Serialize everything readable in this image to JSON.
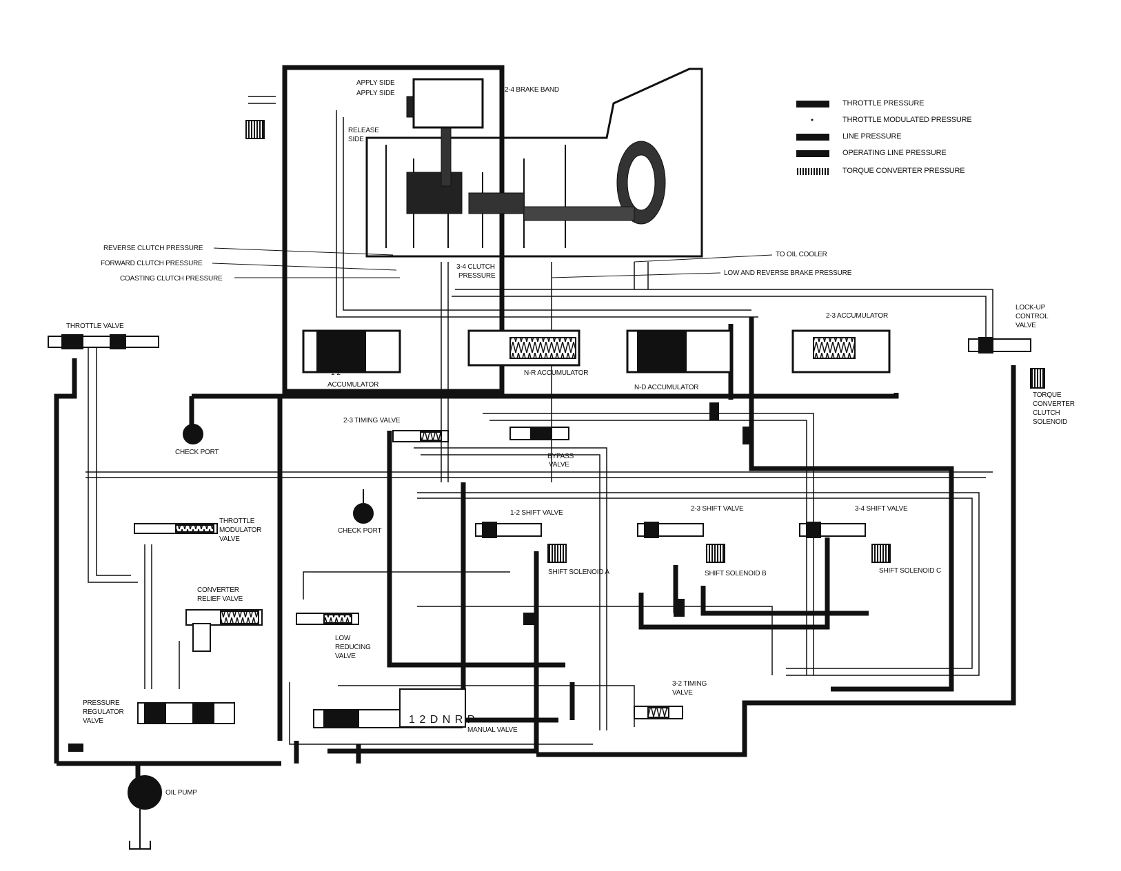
{
  "legend": {
    "throttle_pressure": "THROTTLE PRESSURE",
    "throttle_modulated_pressure": "THROTTLE MODULATED PRESSURE",
    "line_pressure": "LINE PRESSURE",
    "operating_line_pressure": "OPERATING LINE PRESSURE",
    "torque_converter_pressure": "TORQUE CONVERTER PRESSURE"
  },
  "labels": {
    "apply_side_1": "APPLY SIDE",
    "apply_side_2": "APPLY SIDE",
    "brake_band": "2-4 BRAKE BAND",
    "release_side_1": "RELEASE",
    "release_side_2": "SIDE",
    "reverse_clutch": "REVERSE CLUTCH PRESSURE",
    "forward_clutch": "FORWARD CLUTCH PRESSURE",
    "coasting_clutch": "COASTING CLUTCH PRESSURE",
    "clutch_34_1": "3-4 CLUTCH",
    "clutch_34_2": "PRESSURE",
    "oil_cooler": "TO OIL COOLER",
    "low_reverse_brake": "LOW AND REVERSE BRAKE PRESSURE",
    "lockup_1": "LOCK-UP",
    "lockup_2": "CONTROL",
    "lockup_3": "VALVE",
    "tcc_1": "TORQUE",
    "tcc_2": "CONVERTER",
    "tcc_3": "CLUTCH",
    "tcc_4": "SOLENOID",
    "throttle_valve": "THROTTLE VALVE",
    "acc_12_1": "1-2",
    "acc_12_2": "ACCUMULATOR",
    "acc_nr": "N-R ACCUMULATOR",
    "acc_nd": "N-D ACCUMULATOR",
    "acc_23": "2-3 ACCUMULATOR",
    "timing_23": "2-3 TIMING VALVE",
    "check_port_1": "CHECK PORT",
    "check_port_2": "CHECK PORT",
    "bypass_1": "BYPASS",
    "bypass_2": "VALVE",
    "shift_12": "1-2 SHIFT VALVE",
    "shift_23": "2-3 SHIFT VALVE",
    "shift_34": "3-4 SHIFT VALVE",
    "sol_a": "SHIFT SOLENOID A",
    "sol_b": "SHIFT SOLENOID B",
    "sol_c": "SHIFT SOLENOID C",
    "tmv_1": "THROTTLE",
    "tmv_2": "MODULATOR",
    "tmv_3": "VALVE",
    "crv_1": "CONVERTER",
    "crv_2": "RELIEF VALVE",
    "lrv_1": "LOW",
    "lrv_2": "REDUCING",
    "lrv_3": "VALVE",
    "prv_1": "PRESSURE",
    "prv_2": "REGULATOR",
    "prv_3": "VALVE",
    "manual_valve": "MANUAL VALVE",
    "gear_positions": "1 2 D N R P",
    "timing_32_1": "3-2 TIMING",
    "timing_32_2": "VALVE",
    "oil_pump": "OIL PUMP"
  }
}
